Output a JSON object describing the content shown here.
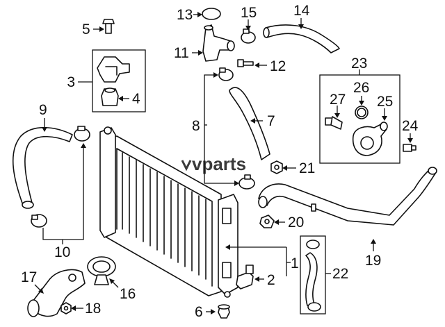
{
  "diagram": {
    "watermark": "vparts",
    "callouts": {
      "p1": "1",
      "p2": "2",
      "p3": "3",
      "p4": "4",
      "p5": "5",
      "p6": "6",
      "p7": "7",
      "p8": "8",
      "p9": "9",
      "p10": "10",
      "p11": "11",
      "p12": "12",
      "p13": "13",
      "p14": "14",
      "p15": "15",
      "p16": "16",
      "p17": "17",
      "p18": "18",
      "p19": "19",
      "p20": "20",
      "p21": "21",
      "p22": "22",
      "p23": "23",
      "p24": "24",
      "p25": "25",
      "p26": "26",
      "p27": "27"
    }
  }
}
